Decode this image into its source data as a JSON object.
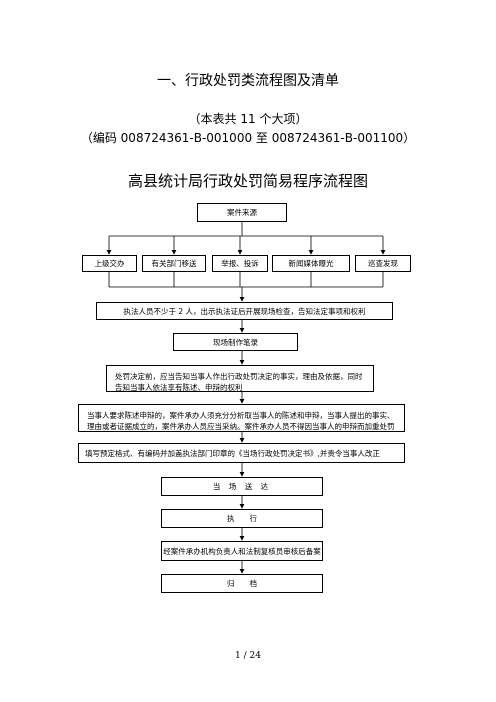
{
  "heading": "一、行政处罚类流程图及清单",
  "subtitle_1": "（本表共 11 个大项）",
  "subtitle_2": "（编码 008724361-B-001000 至 008724361-B-001100）",
  "flowchart": {
    "title": "高县统计局行政处罚简易程序流程图",
    "source": "案件来源",
    "channels": [
      "上级交办",
      "有关部门移送",
      "举报、投诉",
      "新闻媒体曝光",
      "巡查发现"
    ],
    "inspection": "执法人员不少于 2 人，出示执法证后开展现场检查，告知法定事项和权利",
    "record": "现场制作笔录",
    "notify": "处罚决定前，应当告知当事人作出行政处罚决定的事实，理由及依据，同时告知当事人依法享有陈述、申辩的权利",
    "statement": "当事人要求陈述申辩的，案件承办人须充分分析取当事人的陈述和申辩，当事人提出的事实、理由或者证据成立的，案件承办人员应当采纳。案件承办人员不得因当事人的申辩而加重处罚",
    "decision": "填写预定格式、有编码并加盖执法部门印章的《当场行政处罚决定书》,并责令当事人改正",
    "deliver": "当 场 送 达",
    "execute": "执　　行",
    "filing": "经案件承办机构负责人和法制复核员审核后备案",
    "archive": "归　　档"
  },
  "page_number": "1  /  24"
}
